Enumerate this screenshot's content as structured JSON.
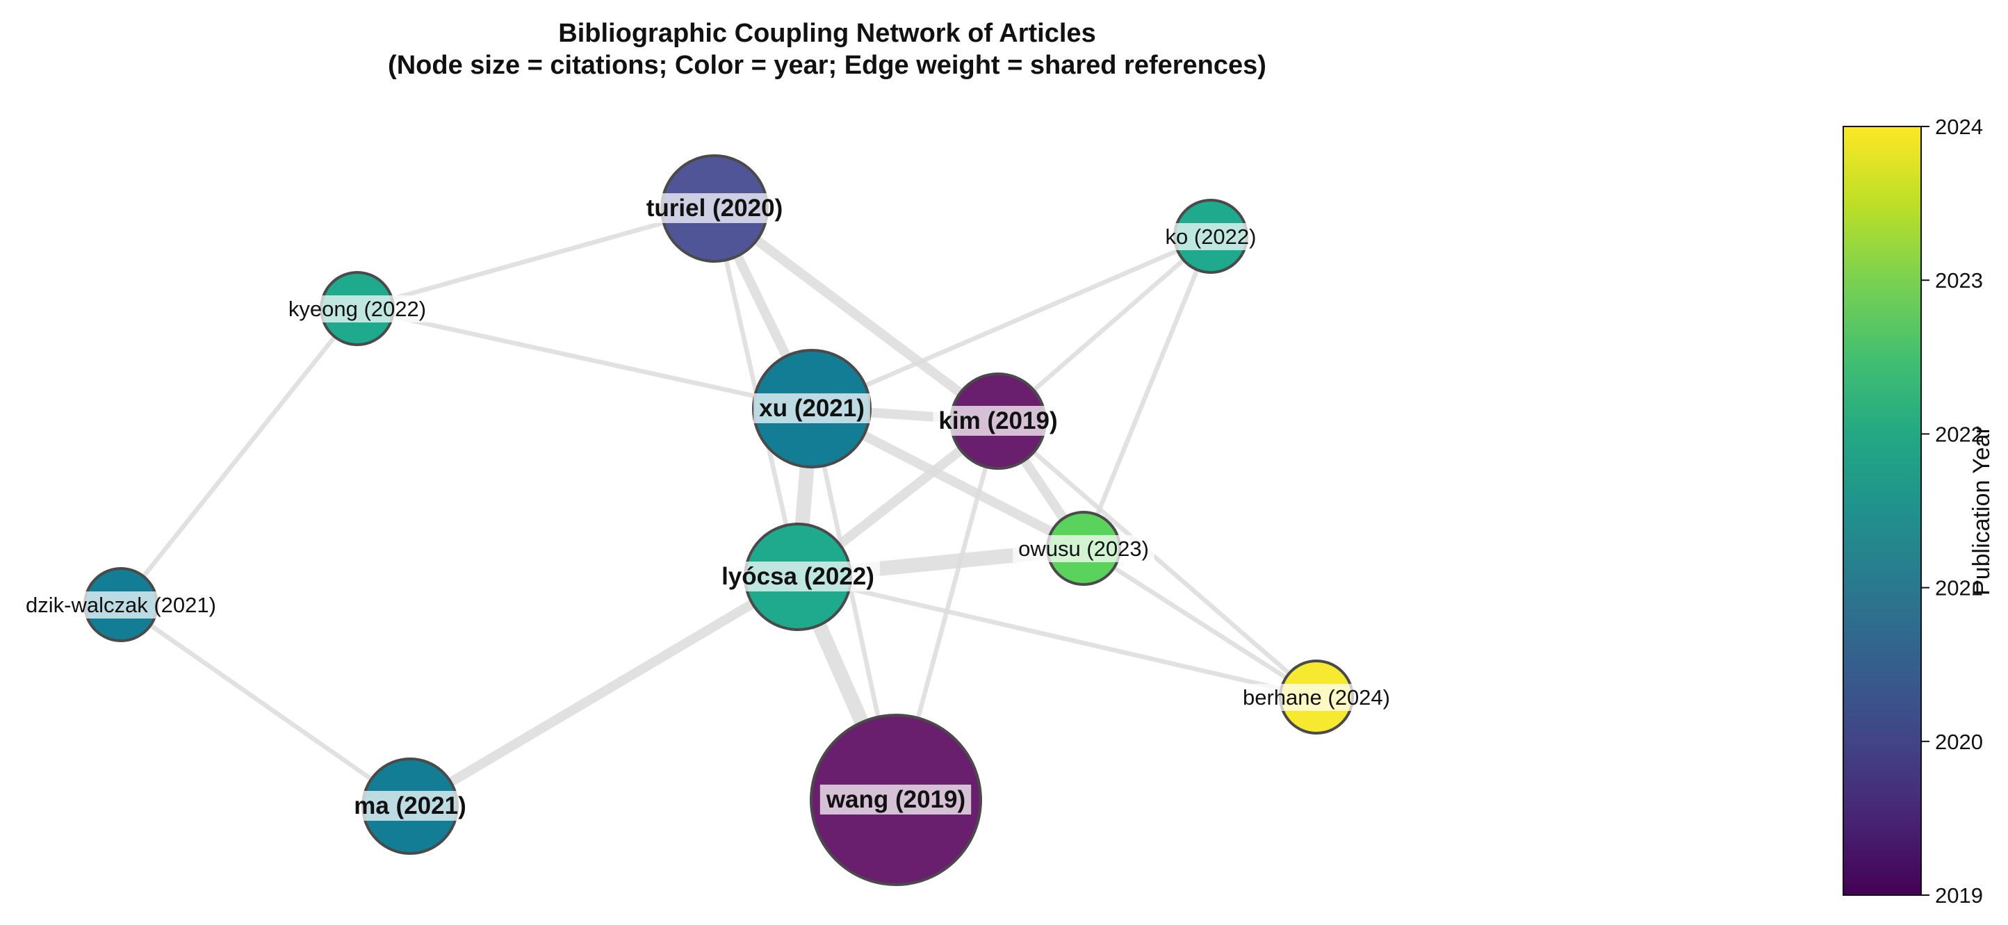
{
  "title": {
    "line1": "Bibliographic Coupling Network of Articles",
    "line2": "(Node size = citations; Color = year; Edge weight = shared references)"
  },
  "colorbar": {
    "label": "Publication Year",
    "min": 2019,
    "max": 2024,
    "ticks": [
      "2019",
      "2020",
      "2021",
      "2022",
      "2023",
      "2024"
    ]
  },
  "nodes": [
    {
      "id": "turiel",
      "label": "turiel (2020)",
      "year": 2020,
      "size": 3,
      "bold": true
    },
    {
      "id": "ko",
      "label": "ko (2022)",
      "year": 2022,
      "size": 1,
      "bold": false
    },
    {
      "id": "kyeong",
      "label": "kyeong (2022)",
      "year": 2022,
      "size": 1,
      "bold": false
    },
    {
      "id": "xu",
      "label": "xu (2021)",
      "year": 2021,
      "size": 4,
      "bold": true
    },
    {
      "id": "kim",
      "label": "kim (2019)",
      "year": 2019,
      "size": 2,
      "bold": true
    },
    {
      "id": "owusu",
      "label": "owusu (2023)",
      "year": 2023,
      "size": 1,
      "bold": false
    },
    {
      "id": "lyocsa",
      "label": "lyócsa (2022)",
      "year": 2022,
      "size": 3,
      "bold": true
    },
    {
      "id": "dzik",
      "label": "dzik-walczak (2021)",
      "year": 2021,
      "size": 1,
      "bold": false
    },
    {
      "id": "berhane",
      "label": "berhane (2024)",
      "year": 2024,
      "size": 1,
      "bold": false
    },
    {
      "id": "ma",
      "label": "ma (2021)",
      "year": 2021,
      "size": 2,
      "bold": true
    },
    {
      "id": "wang",
      "label": "wang (2019)",
      "year": 2019,
      "size": 6,
      "bold": true
    }
  ],
  "edges": [
    {
      "source": "turiel",
      "target": "kyeong",
      "weight": 1
    },
    {
      "source": "turiel",
      "target": "xu",
      "weight": 3
    },
    {
      "source": "turiel",
      "target": "kim",
      "weight": 3
    },
    {
      "source": "turiel",
      "target": "lyocsa",
      "weight": 1
    },
    {
      "source": "kyeong",
      "target": "xu",
      "weight": 1
    },
    {
      "source": "kyeong",
      "target": "dzik",
      "weight": 1
    },
    {
      "source": "ko",
      "target": "xu",
      "weight": 1
    },
    {
      "source": "ko",
      "target": "kim",
      "weight": 1
    },
    {
      "source": "ko",
      "target": "owusu",
      "weight": 1
    },
    {
      "source": "xu",
      "target": "kim",
      "weight": 3
    },
    {
      "source": "xu",
      "target": "lyocsa",
      "weight": 5
    },
    {
      "source": "xu",
      "target": "owusu",
      "weight": 3
    },
    {
      "source": "xu",
      "target": "wang",
      "weight": 1
    },
    {
      "source": "kim",
      "target": "lyocsa",
      "weight": 3
    },
    {
      "source": "kim",
      "target": "owusu",
      "weight": 3
    },
    {
      "source": "kim",
      "target": "wang",
      "weight": 1
    },
    {
      "source": "lyocsa",
      "target": "owusu",
      "weight": 5
    },
    {
      "source": "lyocsa",
      "target": "berhane",
      "weight": 1
    },
    {
      "source": "lyocsa",
      "target": "ma",
      "weight": 3
    },
    {
      "source": "lyocsa",
      "target": "wang",
      "weight": 5
    },
    {
      "source": "owusu",
      "target": "berhane",
      "weight": 1
    },
    {
      "source": "kim",
      "target": "berhane",
      "weight": 1
    },
    {
      "source": "dzik",
      "target": "ma",
      "weight": 1
    }
  ]
}
